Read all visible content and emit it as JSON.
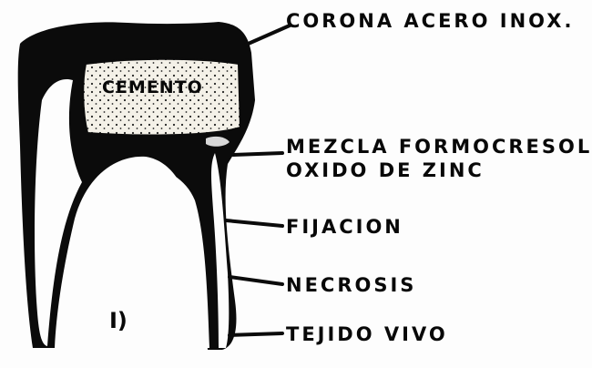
{
  "diagram": {
    "labels": {
      "crown": "CORONA ACERO INOX.",
      "mix_line1": "MEZCLA FORMOCRESOL",
      "mix_line2": "OXIDO DE ZINC",
      "fixation": "FIJACION",
      "necrosis": "NECROSIS",
      "live_tissue": "TEJIDO VIVO"
    },
    "cement_label": "CEMENTO",
    "figure_number": "I)",
    "colors": {
      "ink": "#080808",
      "paper": "#fdfdfd",
      "cement_fill": "#f2efe6"
    }
  }
}
